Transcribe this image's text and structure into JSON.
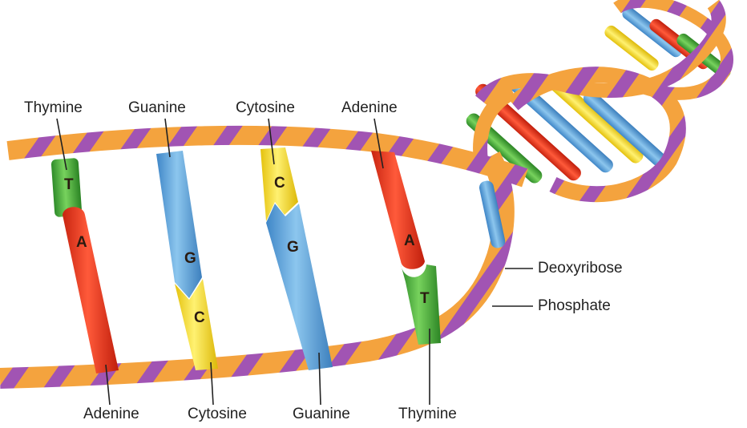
{
  "colors": {
    "thymine": "#4fb23f",
    "adenine": "#ee3a1f",
    "guanine": "#6aaede",
    "cytosine": "#f7df1c",
    "backbone": "#f4a33e",
    "phosphate": "#a154b3"
  },
  "top_labels": {
    "thymine": "Thymine",
    "guanine": "Guanine",
    "cytosine": "Cytosine",
    "adenine": "Adenine"
  },
  "bottom_labels": {
    "adenine": "Adenine",
    "cytosine": "Cytosine",
    "guanine": "Guanine",
    "thymine": "Thymine"
  },
  "side_labels": {
    "deoxyribose": "Deoxyribose",
    "phosphate": "Phosphate"
  },
  "base_letters": {
    "pair1_top": "T",
    "pair1_bottom": "A",
    "pair2_top": "G",
    "pair2_bottom": "C",
    "pair3_top": "C",
    "pair3_bottom": "G",
    "pair4_top": "A",
    "pair4_bottom": "T"
  }
}
